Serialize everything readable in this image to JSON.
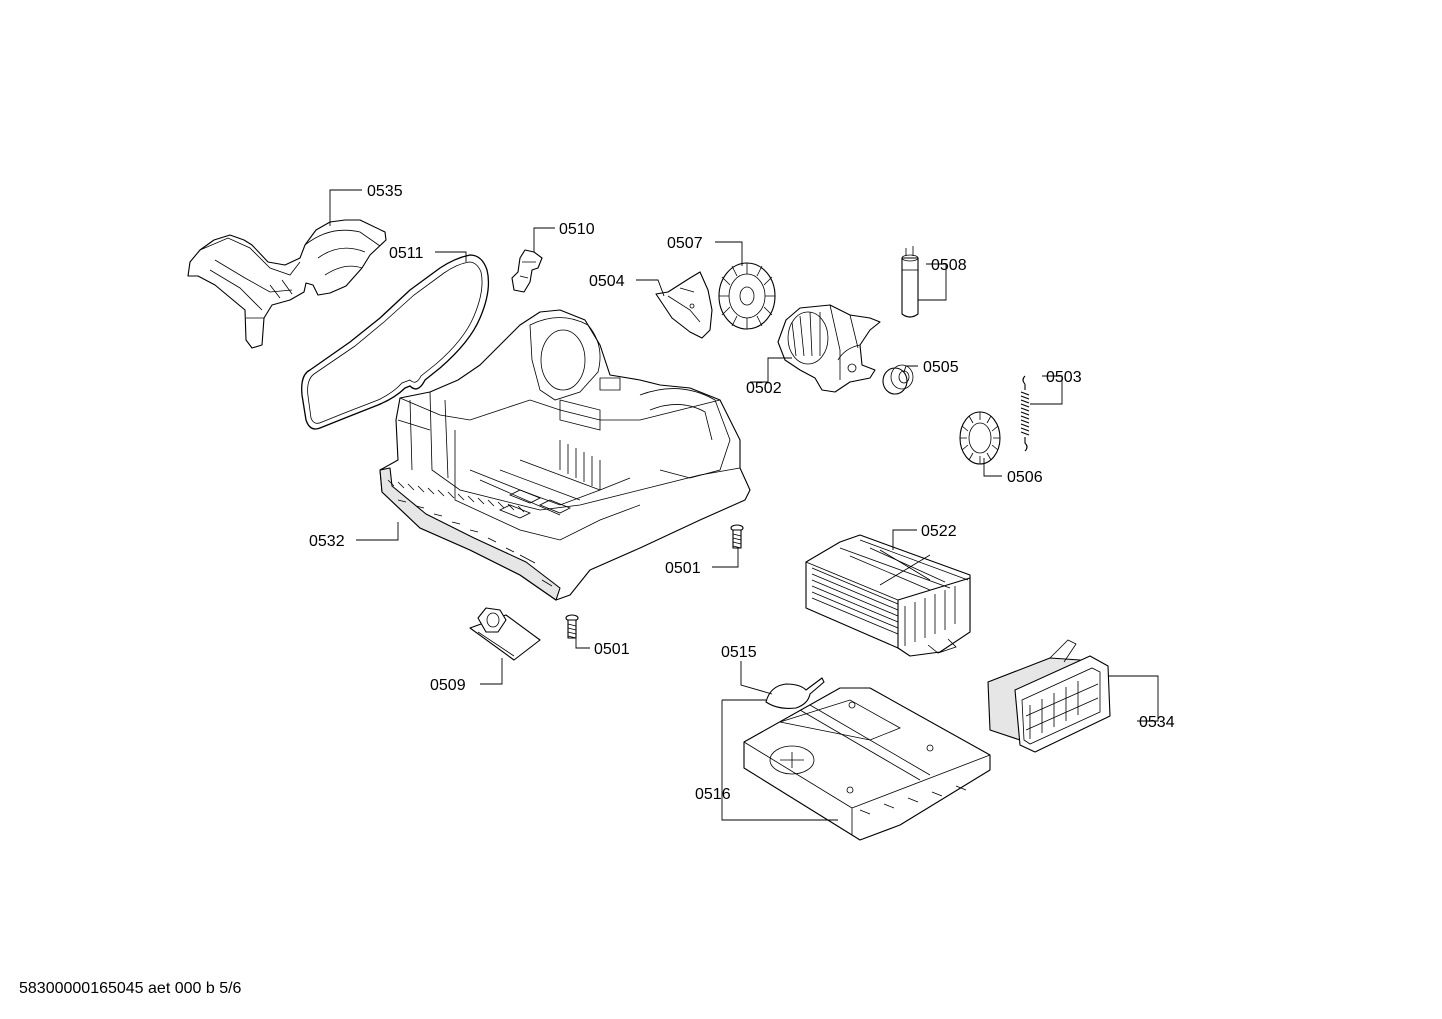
{
  "footer": {
    "doc_code": "58300000165045 aet 000 b 5/6"
  },
  "callouts": {
    "c0535": "0535",
    "c0510": "0510",
    "c0511": "0511",
    "c0507": "0507",
    "c0504": "0504",
    "c0508": "0508",
    "c0505": "0505",
    "c0502": "0502",
    "c0503": "0503",
    "c0506": "0506",
    "c0522": "0522",
    "c0532": "0532",
    "c0501a": "0501",
    "c0501b": "0501",
    "c0509": "0509",
    "c0515": "0515",
    "c0534": "0534",
    "c0516": "0516"
  }
}
